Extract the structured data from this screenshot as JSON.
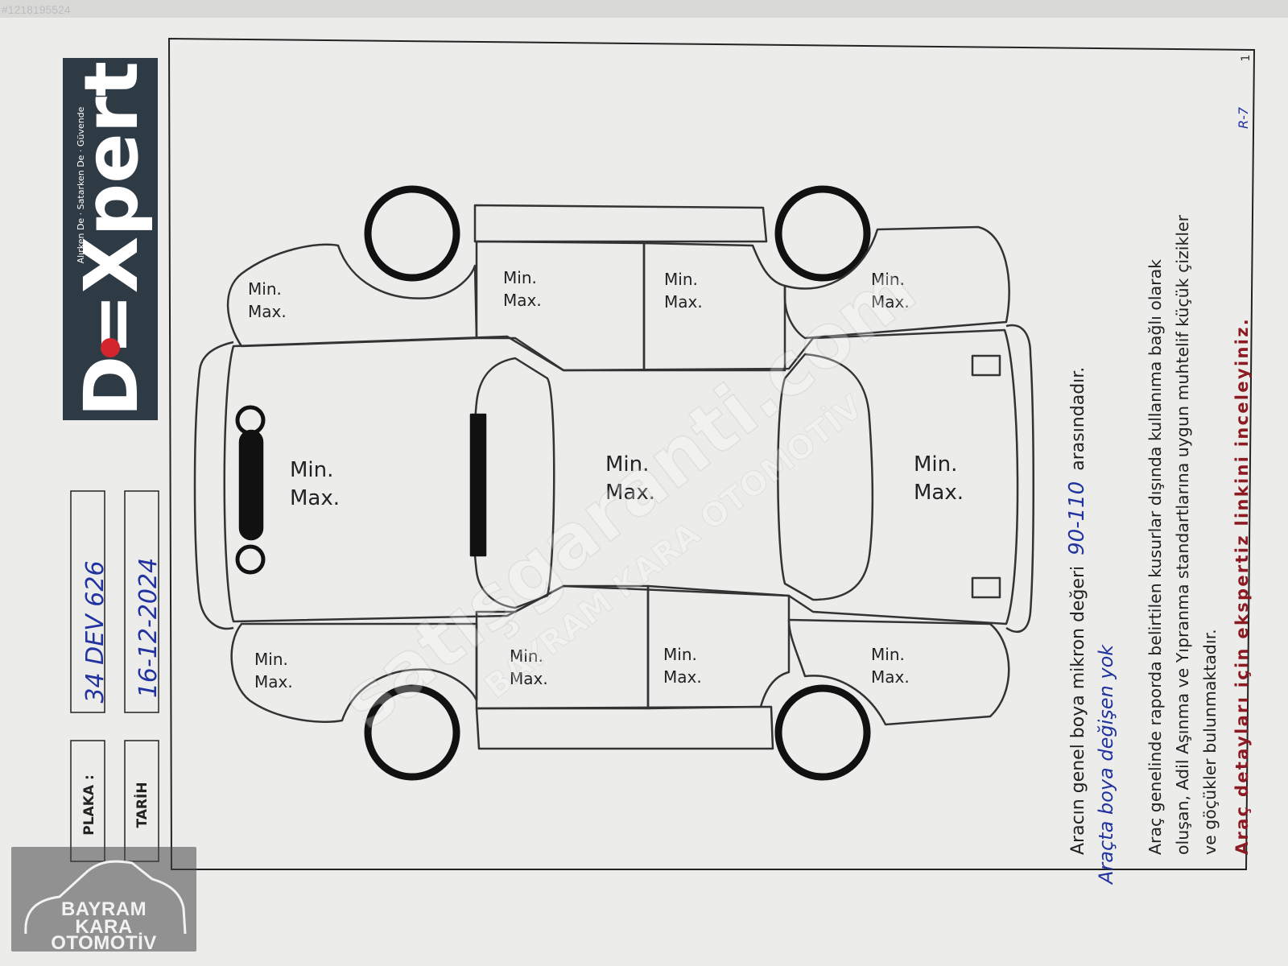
{
  "photo_id": "#1218195524",
  "page_number": "1",
  "logo": {
    "brand": "D=Xpert",
    "tagline": "Alırken De · Satarken De · Güvende"
  },
  "fields": {
    "plaka_label": "PLAKA :",
    "plaka_value": "34 DEV 626",
    "tarih_label": "TARİH",
    "tarih_value": "16-12-2024"
  },
  "panels": {
    "min_label": "Min.",
    "max_label": "Max."
  },
  "notes": {
    "mikron_prefix": "Aracın genel boya mikron değeri",
    "mikron_value": "90-110",
    "mikron_suffix": "arasındadır.",
    "handwritten_note": "Araçta boya değişen yok",
    "paragraph_line1": "Araç genelinde raporda belirtilen kusurlar dışında kullanıma bağlı olarak",
    "paragraph_line2": "oluşan, Adil Aşınma ve Yıpranma standartlarına uygun muhtelif küçük çizikler",
    "paragraph_line3": "ve göçükler bulunmaktadır.",
    "link_notice": "Araç detayları için ekspertiz linkini inceleyiniz.",
    "initials": "R-7"
  },
  "watermark": {
    "site": "satışgaranti.com",
    "dealer": "BAYRAM KARA OTOMOTİV",
    "logo_line1": "BAYRAM",
    "logo_line2": "KARA",
    "logo_line3": "OTOMOTİV"
  },
  "colors": {
    "logo_bg": "#2e3a44",
    "logo_dot": "#d0262c",
    "link_red": "#8c1a22",
    "ink_blue": "#2233a0"
  }
}
